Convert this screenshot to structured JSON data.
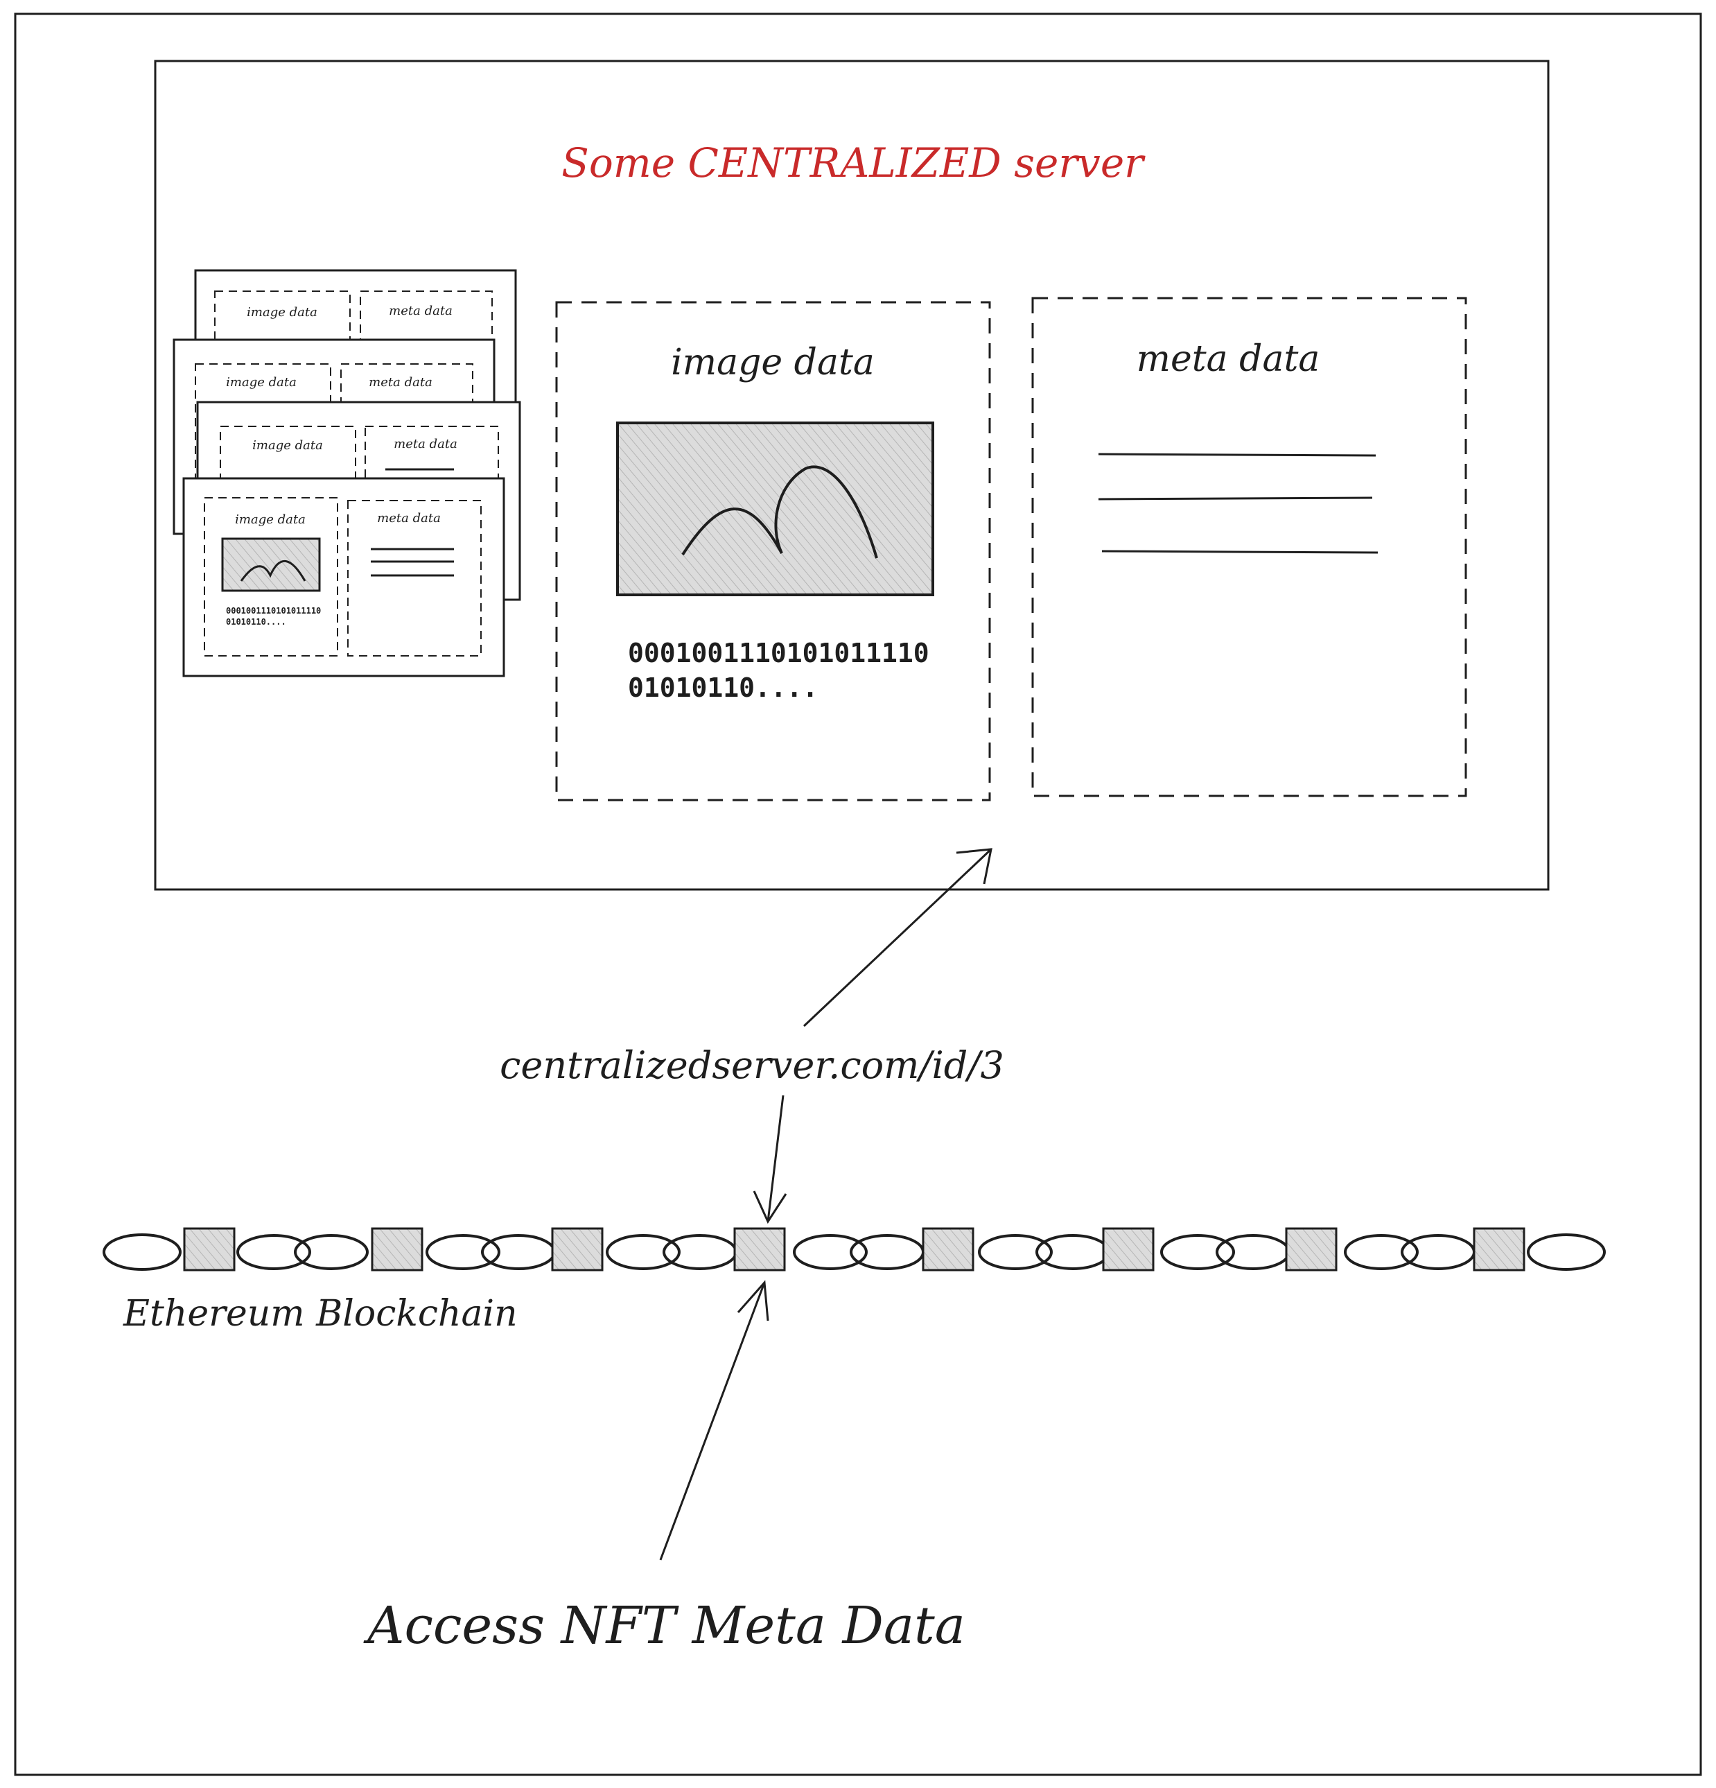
{
  "diagram": {
    "server": {
      "title": "Some CENTRALIZED server",
      "title_color": "#c92a2a",
      "image_panel_label": "image data",
      "binary_line_1": "0001001110101011110",
      "binary_line_2": "01010110....",
      "meta_panel_label": "meta data",
      "stack_cards": [
        {
          "image_label": "image data",
          "meta_label": "meta data"
        },
        {
          "image_label": "image data",
          "meta_label": "meta data"
        },
        {
          "image_label": "image data",
          "meta_label": "meta data"
        },
        {
          "image_label": "image data",
          "meta_label": "meta data",
          "binary_line_1": "0001001110101011110",
          "binary_line_2": "01010110...."
        }
      ]
    },
    "url_label": "centralizedserver.com/id/3",
    "blockchain_label": "Ethereum Blockchain",
    "access_label": "Access NFT Meta Data",
    "colors": {
      "stroke": "#1e1e1e",
      "block_fill": "#d9d9d9",
      "background": "#ffffff"
    }
  }
}
